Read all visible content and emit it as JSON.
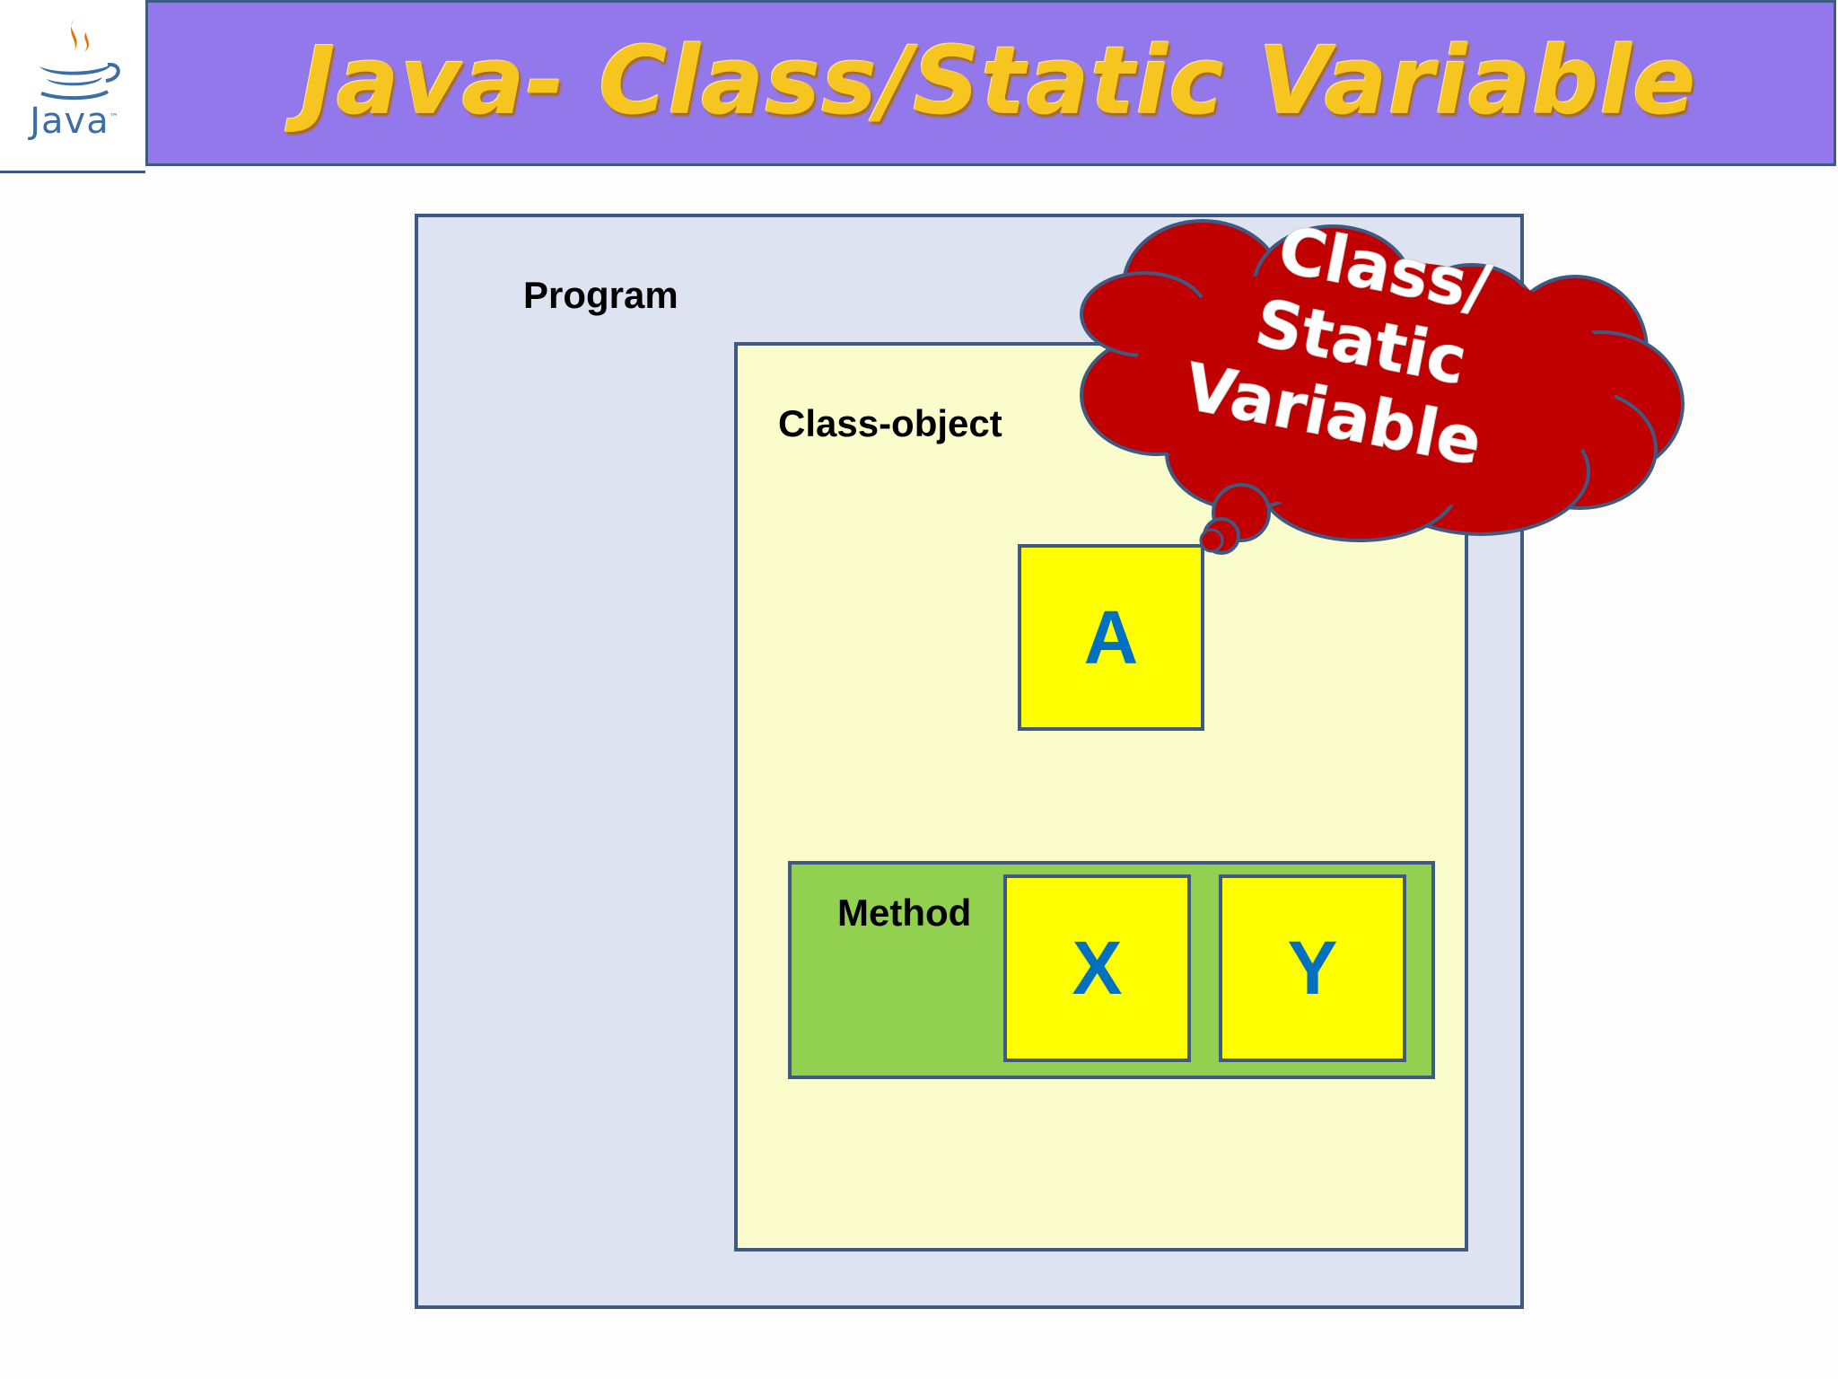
{
  "header": {
    "logo_text": "Java",
    "logo_tm": "™",
    "title": "Java- Class/Static Variable"
  },
  "diagram": {
    "program_label": "Program",
    "class_label": "Class-object",
    "method_label": "Method",
    "class_variable": "A",
    "method_variables": [
      "X",
      "Y"
    ],
    "callout_lines": [
      "Class/",
      "Static",
      "Variable"
    ]
  },
  "colors": {
    "title_bar": "#9378ec",
    "title_text": "#f7c51f",
    "program_fill": "#dde3f0",
    "class_fill": "#fbfccb",
    "method_fill": "#92d050",
    "variable_fill": "#ffff00",
    "variable_text": "#0070c0",
    "cloud_fill": "#c00000",
    "border": "#3e5a82"
  }
}
